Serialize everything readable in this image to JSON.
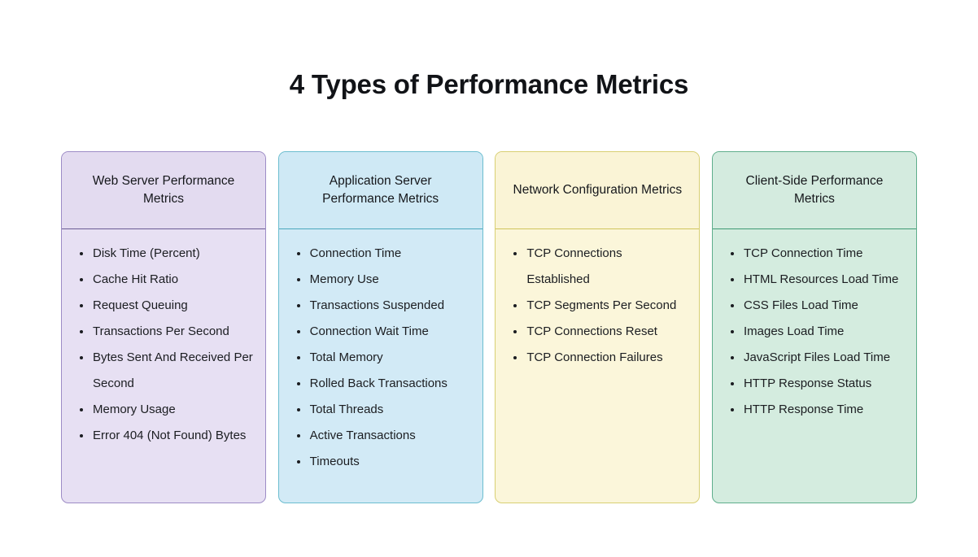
{
  "page": {
    "background_color": "#ffffff",
    "title": "4 Types of Performance Metrics"
  },
  "cards": [
    {
      "id": "web-server-performance-metrics",
      "title": "Web Server Performance Metrics",
      "accent_color": "#9d8cc6",
      "header_background": "#e3dbf0",
      "body_background": "#e7e0f3",
      "items": [
        "Disk Time (Percent)",
        "Cache Hit Ratio",
        "Request Queuing",
        "Transactions Per Second",
        "Bytes Sent And Received Per Second",
        "Memory Usage",
        "Error 404 (Not Found) Bytes"
      ]
    },
    {
      "id": "application-server-performance-metrics",
      "title": "Application Server Performance Metrics",
      "accent_color": "#6cbdcf",
      "header_background": "#cfe9f5",
      "body_background": "#d2eaf6",
      "items": [
        "Connection Time",
        "Memory Use",
        "Transactions Suspended",
        "Connection Wait Time",
        "Total Memory",
        "Rolled Back Transactions",
        "Total Threads",
        "Active Transactions",
        "Timeouts"
      ]
    },
    {
      "id": "network-configuration-metrics",
      "title": "Network Configuration Metrics",
      "accent_color": "#d8cf73",
      "header_background": "#faf4d6",
      "body_background": "#fbf6da",
      "items": [
        "TCP Connections Established",
        "TCP Segments Per Second",
        "TCP Connections Reset",
        "TCP Connection Failures"
      ]
    },
    {
      "id": "client-side-performance-metrics",
      "title": "Client-Side Performance Metrics",
      "accent_color": "#5fae8c",
      "header_background": "#d4ebdf",
      "body_background": "#d4ecdf",
      "items": [
        "TCP Connection Time",
        "HTML Resources Load Time",
        "CSS Files Load Time",
        "Images Load Time",
        "JavaScript Files Load Time",
        "HTTP Response Status",
        "HTTP Response Time"
      ]
    }
  ]
}
